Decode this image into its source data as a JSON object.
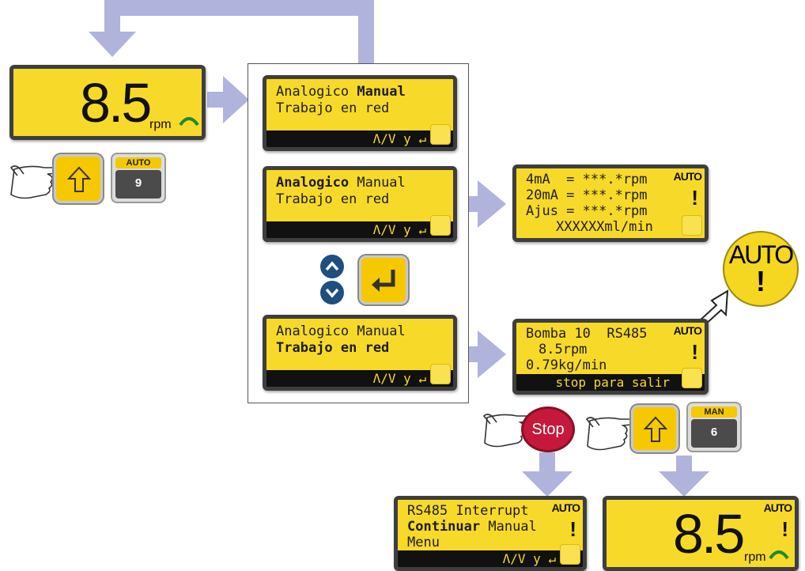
{
  "main_display": {
    "value": "8.5",
    "unit": "rpm"
  },
  "auto_key": {
    "label": "AUTO",
    "number": "9"
  },
  "man_key": {
    "label": "MAN",
    "number": "6"
  },
  "menu": {
    "screen1": {
      "line1_a": "Analogico ",
      "line1_b": "Manual",
      "line2": "Trabajo en red",
      "bar": "Λ/V y ↵"
    },
    "screen2": {
      "line1_a": "Analogico",
      "line1_b": " Manual",
      "line2": "Trabajo en red",
      "bar": "Λ/V y ↵"
    },
    "screen3": {
      "line1": "Analogico Manual",
      "line2": "Trabajo en red",
      "bar": "Λ/V y ↵"
    }
  },
  "analog_screen": {
    "line1": "4mA  = ***.*rpm",
    "line2": "20mA = ***.*rpm",
    "line3": "Ajus = ***.*rpm",
    "line4": "XXXXXXml/min",
    "tag": "AUTO",
    "bang": "!"
  },
  "network_screen": {
    "line1": "Bomba 10  RS485",
    "line2": "8.5rpm",
    "line3": "0.79kg/min",
    "bar": "stop para salir",
    "tag": "AUTO",
    "bang": "!"
  },
  "auto_callout": {
    "label": "AUTO",
    "bang": "!"
  },
  "stop_button": {
    "label": "Stop"
  },
  "interrupt_screen": {
    "line1": "RS485 Interrupt",
    "line2_a": "Continuar",
    "line2_b": " Manual",
    "line3": "Menu",
    "bar": "Λ/V y ↵",
    "tag": "AUTO",
    "bang": "!"
  },
  "result_display": {
    "value": "8.5",
    "unit": "rpm",
    "tag": "AUTO",
    "bang": "!"
  },
  "colors": {
    "arrow": "#b0b3dc",
    "lcd": "#f7d92a",
    "key": "#f5c800",
    "stop": "#c5183a",
    "nav": "#1d4f80"
  },
  "icons": [
    "pointing-hand-icon",
    "up-arrow-icon",
    "enter-icon",
    "nav-up-icon",
    "nav-down-icon",
    "rotation-arc-icon"
  ]
}
